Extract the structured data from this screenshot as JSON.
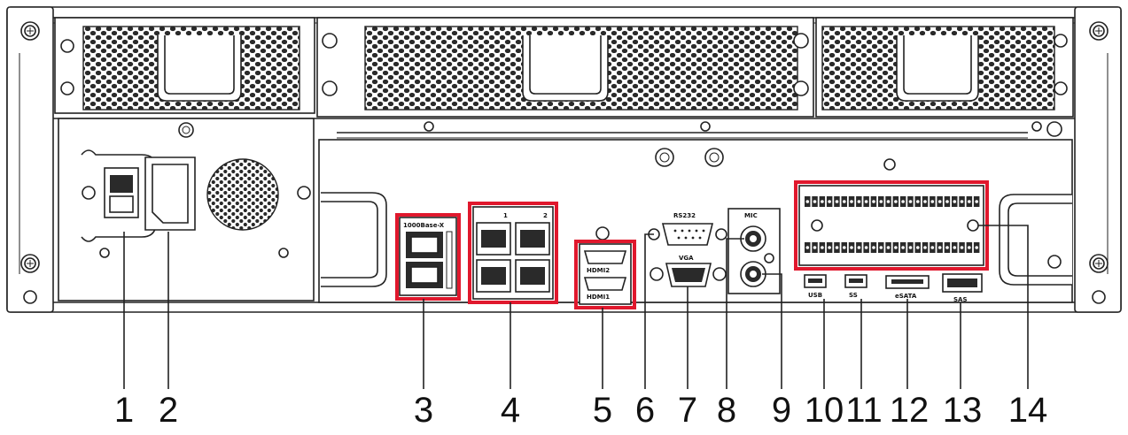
{
  "colors": {
    "highlight": "#e0182d",
    "line": "#222222",
    "panel": "#ffffff"
  },
  "port_labels": {
    "sfp": "1000Base-X",
    "rs232": "RS232",
    "vga": "VGA",
    "mic": "MIC",
    "hdmi2": "HDMI2",
    "hdmi1": "HDMI1",
    "usb": "USB",
    "usb3": "SS",
    "esata": "eSATA",
    "sas": "SAS",
    "net1": "1",
    "net2": "2"
  },
  "callouts": [
    {
      "number": "1",
      "target": "power-switch"
    },
    {
      "number": "2",
      "target": "power-socket"
    },
    {
      "number": "3",
      "target": "sfp-ports"
    },
    {
      "number": "4",
      "target": "network-ports"
    },
    {
      "number": "5",
      "target": "hdmi-ports"
    },
    {
      "number": "6",
      "target": "rs232-port"
    },
    {
      "number": "7",
      "target": "vga-port"
    },
    {
      "number": "8",
      "target": "audio-in"
    },
    {
      "number": "9",
      "target": "audio-out"
    },
    {
      "number": "10",
      "target": "usb2-port"
    },
    {
      "number": "11",
      "target": "usb3-port"
    },
    {
      "number": "12",
      "target": "esata-port"
    },
    {
      "number": "13",
      "target": "sas-port"
    },
    {
      "number": "14",
      "target": "alarm-terminal"
    }
  ]
}
